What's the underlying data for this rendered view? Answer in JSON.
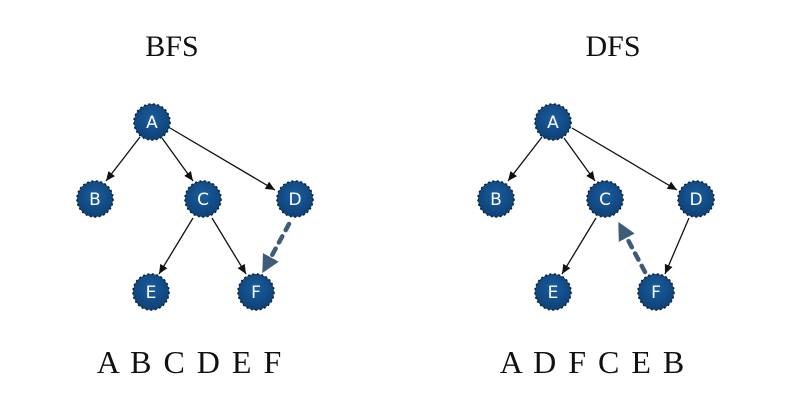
{
  "panels": [
    {
      "title": "BFS",
      "order": "A B C D E F",
      "nodes": [
        {
          "label": "A"
        },
        {
          "label": "B"
        },
        {
          "label": "C"
        },
        {
          "label": "D"
        },
        {
          "label": "E"
        },
        {
          "label": "F"
        }
      ],
      "edges": [
        [
          "A",
          "B"
        ],
        [
          "A",
          "C"
        ],
        [
          "A",
          "D"
        ],
        [
          "C",
          "E"
        ],
        [
          "C",
          "F"
        ]
      ],
      "dashed_edge": [
        "D",
        "F"
      ]
    },
    {
      "title": "DFS",
      "order": "A D F C E B",
      "nodes": [
        {
          "label": "A"
        },
        {
          "label": "B"
        },
        {
          "label": "C"
        },
        {
          "label": "D"
        },
        {
          "label": "E"
        },
        {
          "label": "F"
        }
      ],
      "edges": [
        [
          "A",
          "B"
        ],
        [
          "A",
          "C"
        ],
        [
          "A",
          "D"
        ],
        [
          "C",
          "E"
        ],
        [
          "D",
          "F"
        ]
      ],
      "dashed_edge": [
        "F",
        "C"
      ]
    }
  ],
  "colors": {
    "node_fill": "#0f4c85",
    "node_fill_top": "#0c3f74",
    "edge": "#111111",
    "dashed_edge": "#1f3f62"
  }
}
